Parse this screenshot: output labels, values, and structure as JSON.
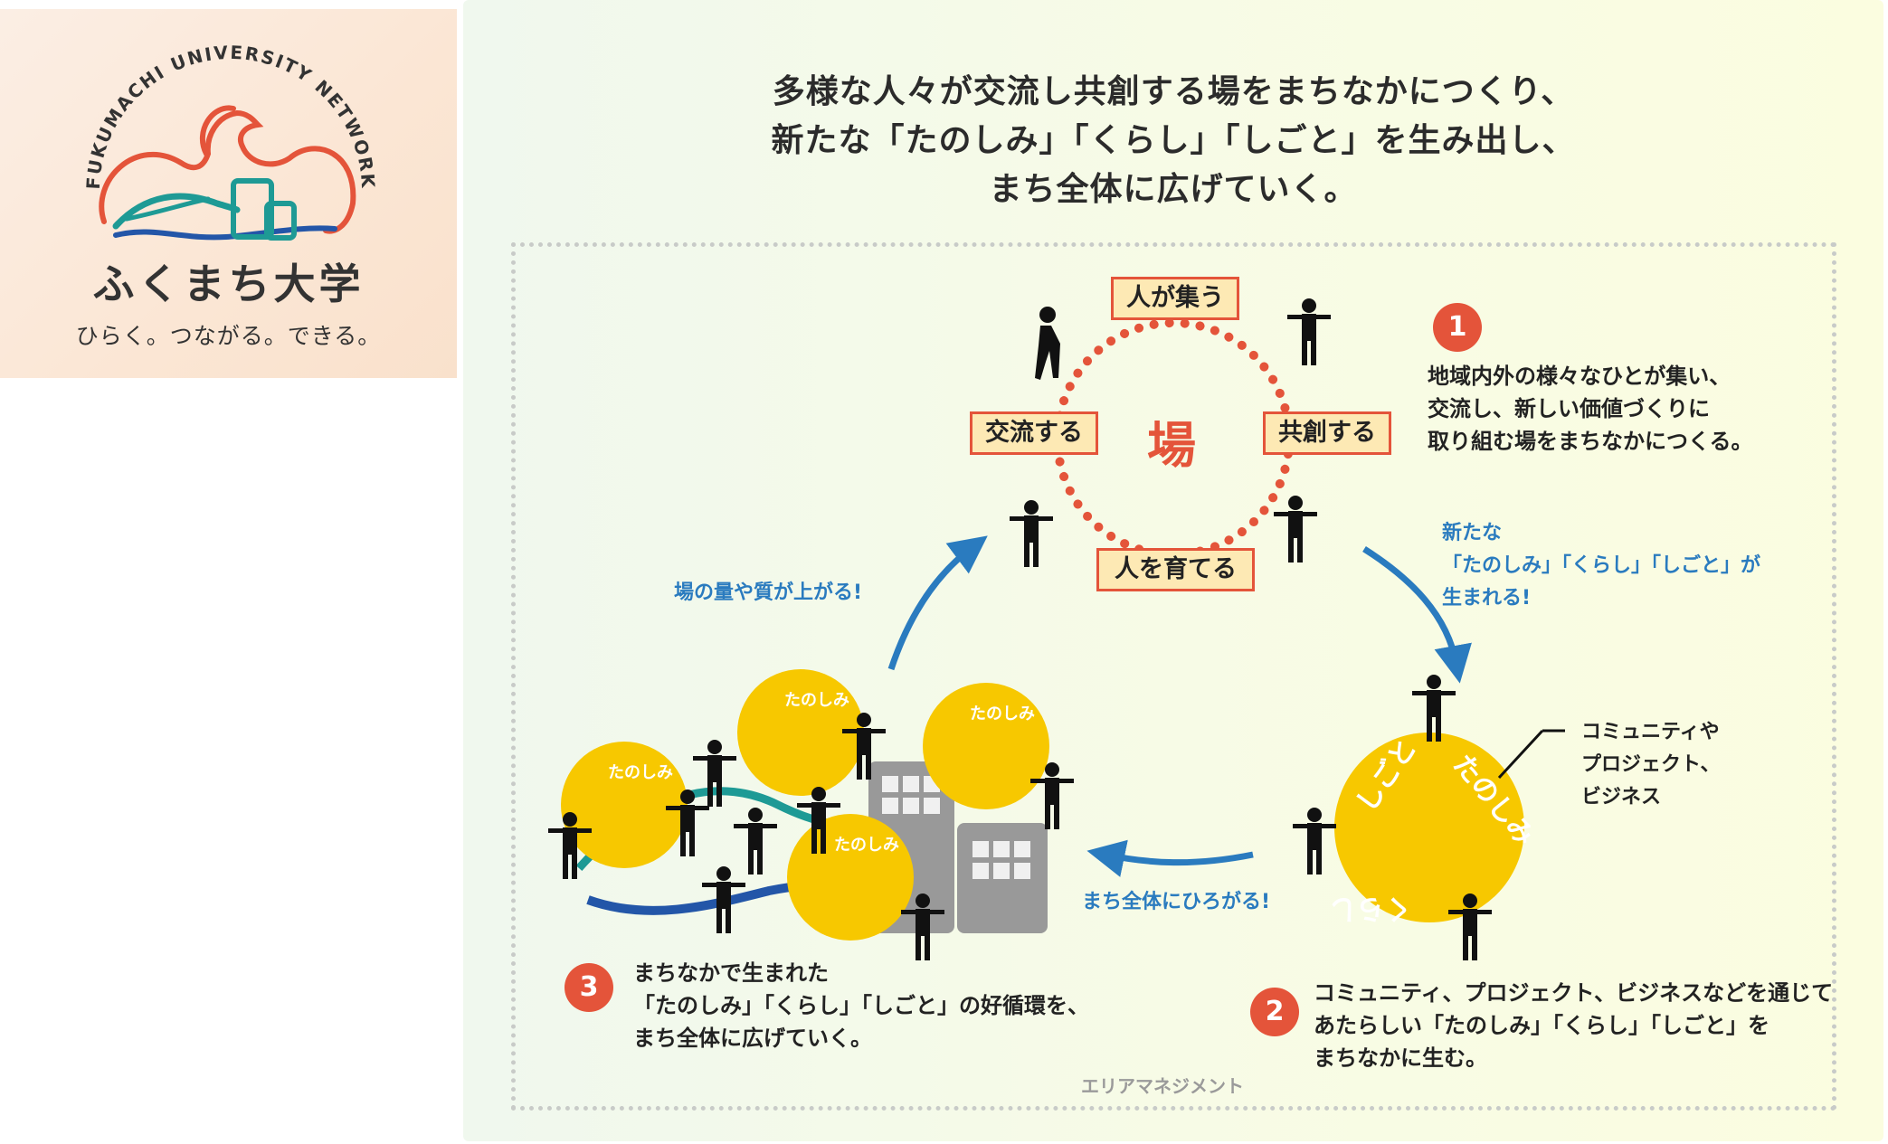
{
  "logo": {
    "arc_text": "FUKUMACHI UNIVERSITY NETWORK",
    "name": "ふくまち大学",
    "tagline": "ひらく。つながる。できる。"
  },
  "heading": {
    "line1": "多様な人々が交流し共創する場をまちなかにつくり、",
    "line2": "新たな「たのしみ」「くらし」「しごと」を生み出し、",
    "line3": "まち全体に広げていく。"
  },
  "cycle": {
    "center": "場",
    "top": "人が集う",
    "left": "交流する",
    "right": "共創する",
    "bottom": "人を育てる"
  },
  "steps": [
    {
      "num": "1",
      "lines": [
        "地域内外の様々なひとが集い、",
        "交流し、新しい価値づくりに",
        "取り組む場をまちなかにつくる。"
      ]
    },
    {
      "num": "2",
      "lines": [
        "コミュニティ、プロジェクト、ビジネスなどを通じて",
        "あたらしい「たのしみ」「くらし」「しごと」を",
        "まちなかに生む。"
      ]
    },
    {
      "num": "3",
      "lines": [
        "まちなかで生まれた",
        "「たのしみ」「くらし」「しごと」の好循環を、",
        "まち全体に広げていく。"
      ]
    }
  ],
  "arrows": {
    "top_right": [
      "新たな",
      "「たのしみ」「くらし」「しごと」が",
      "生まれる!"
    ],
    "bottom": "まち全体にひろがる!",
    "left": "場の量や質が上がる!"
  },
  "community_note": [
    "コミュニティや",
    "プロジェクト、",
    "ビジネス"
  ],
  "circle_words": {
    "a": "たのしみ",
    "b": "くらし",
    "c": "しごと"
  },
  "footer": "エリアマネジメント",
  "colors": {
    "accent": "#e4543a",
    "yellow": "#f7c800",
    "blue": "#2a7bbf",
    "teal": "#1e9a95",
    "navy": "#2356a8",
    "label_bg": "#fde9b4"
  }
}
